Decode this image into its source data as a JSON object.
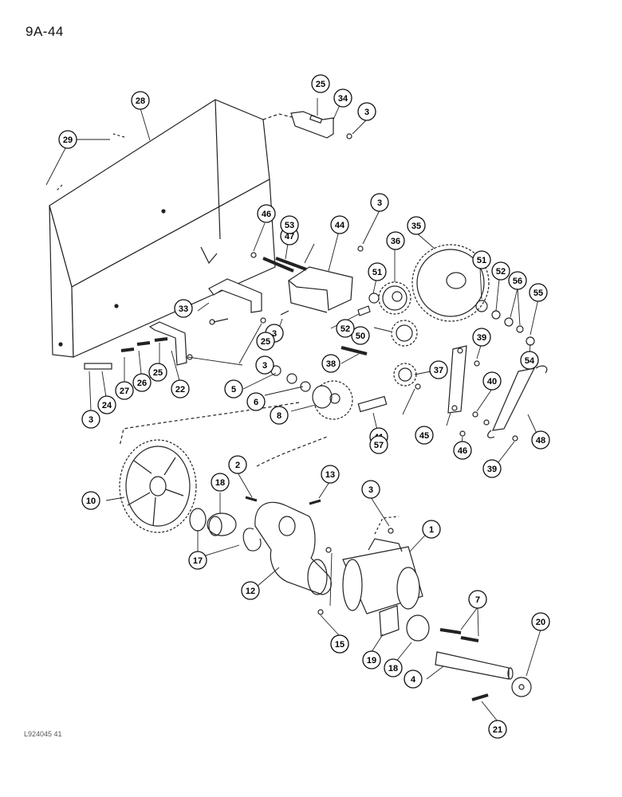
{
  "page": {
    "number": "9A-44",
    "figure_code": "L924045 41"
  },
  "callouts": [
    "1",
    "2",
    "3",
    "3",
    "3",
    "3",
    "3",
    "3",
    "3",
    "4",
    "5",
    "6",
    "7",
    "8",
    "10",
    "12",
    "13",
    "15",
    "17",
    "18",
    "18",
    "19",
    "20",
    "21",
    "22",
    "24",
    "25",
    "25",
    "25",
    "26",
    "27",
    "28",
    "29",
    "33",
    "34",
    "35",
    "36",
    "37",
    "38",
    "39",
    "39",
    "40",
    "41",
    "44",
    "45",
    "46",
    "46",
    "47",
    "48",
    "50",
    "51",
    "51",
    "52",
    "52",
    "53",
    "54",
    "55",
    "56",
    "57"
  ]
}
